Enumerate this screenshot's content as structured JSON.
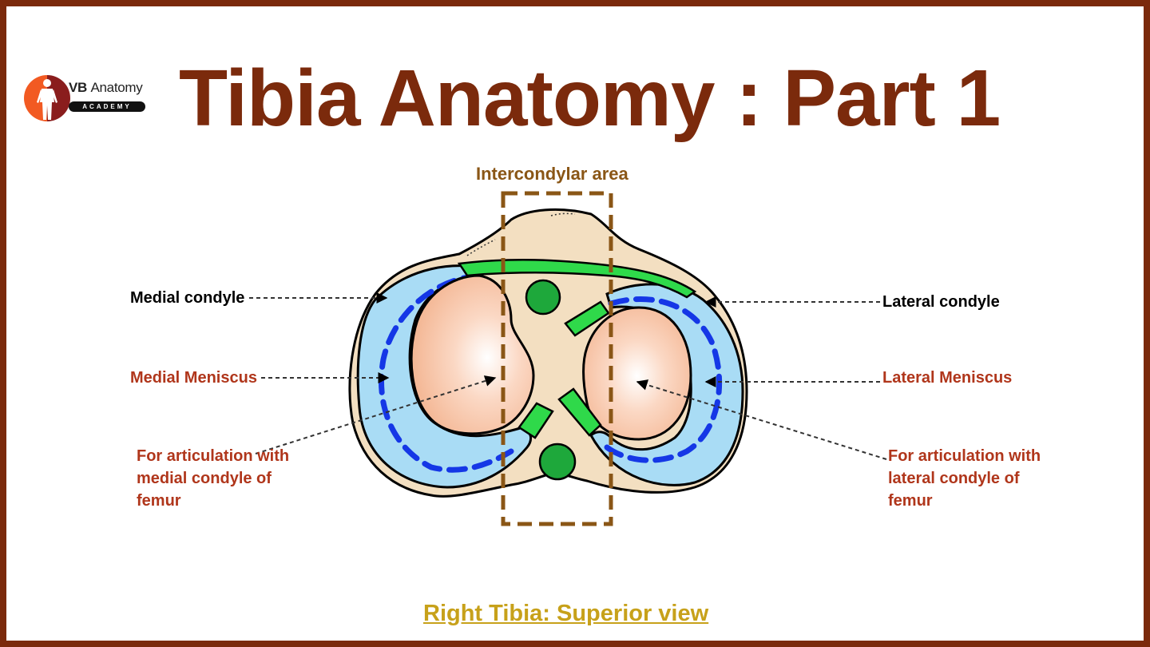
{
  "title": "Tibia Anatomy : Part 1",
  "logo": {
    "name_bold": "VB",
    "name_rest": "Anatomy",
    "subtitle": "ACADEMY"
  },
  "labels": {
    "intercondylar": "Intercondylar area",
    "medial_condyle": "Medial condyle",
    "lateral_condyle": "Lateral condyle",
    "medial_meniscus": "Medial Meniscus",
    "lateral_meniscus": "Lateral Meniscus",
    "medial_articulation": "For articulation with medial condyle of femur",
    "lateral_articulation": "For articulation with lateral condyle of femur"
  },
  "caption": "Right Tibia: Superior view",
  "colors": {
    "frame": "#7b2a0c",
    "bone": "#f3dfc1",
    "meniscus": "#a9dcf5",
    "meniscus_dash": "#1537e6",
    "ligament": "#2fd94a",
    "tubercle": "#1ea83b",
    "articular": "#f8c4a8",
    "box": "#8a5616",
    "caption": "#c7a11a"
  },
  "icons": {
    "logo": "human-figure-icon"
  }
}
